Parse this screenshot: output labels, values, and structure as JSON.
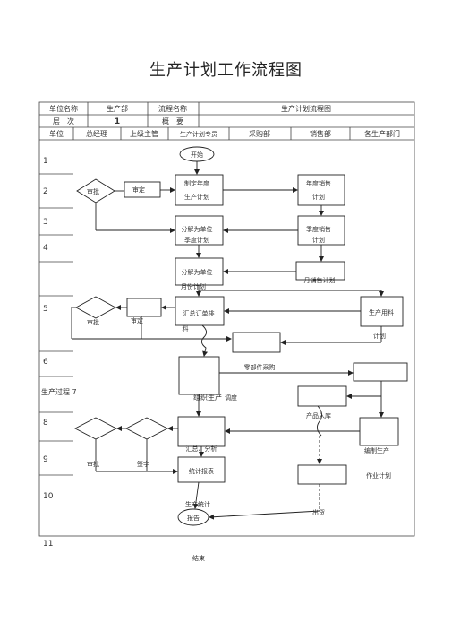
{
  "title": "生产计划工作流程图",
  "header": {
    "unit_name_label": "单位名称",
    "unit_name_value": "生产部",
    "process_name_label": "流程名称",
    "process_name_value": "生产计划流程图",
    "level_label": "层　次",
    "level_value": "1",
    "summary_label": "概　要"
  },
  "columns": [
    "单位",
    "总经理",
    "上级主管",
    "生产计划专员",
    "采购部",
    "销售部",
    "各生产部门"
  ],
  "rows": [
    "1",
    "2",
    "3",
    "4",
    "5",
    "6",
    "生产过程 7",
    "8",
    "9",
    "10",
    "11"
  ],
  "nodes": {
    "start": "开始",
    "approve1": "审批",
    "review1": "审定",
    "make_plan_a": "制定年度",
    "make_plan_b": "生产计划",
    "annual_sales_a": "年度销售",
    "annual_sales_b": "计划",
    "quarter_decomp_a": "分解为单位",
    "quarter_decomp_b": "季度计划",
    "quarter_sales_a": "季度销售",
    "quarter_sales_b": "计划",
    "month_decomp_a": "分解为单位",
    "month_decomp_b": "月份计划",
    "month_sales": "月销售计划",
    "approve2": "审批",
    "review2": "审定",
    "order_summary_a": "汇总订单排",
    "order_summary_b": "料",
    "production_material": "生产用料",
    "plan": "计划",
    "parts_purchase": "零部件采购",
    "organize_production": "组织生产",
    "dispatch": "调度",
    "warehousing": "产品入库",
    "approve3": "审批",
    "review3": "签字",
    "summary_analysis": "汇总、分析",
    "make_production": "编制生产",
    "statistics_report": "统计报表",
    "work_plan": "作业计划",
    "production_stats": "生产统计",
    "report": "报告",
    "shipment": "出货",
    "end": "结束"
  }
}
